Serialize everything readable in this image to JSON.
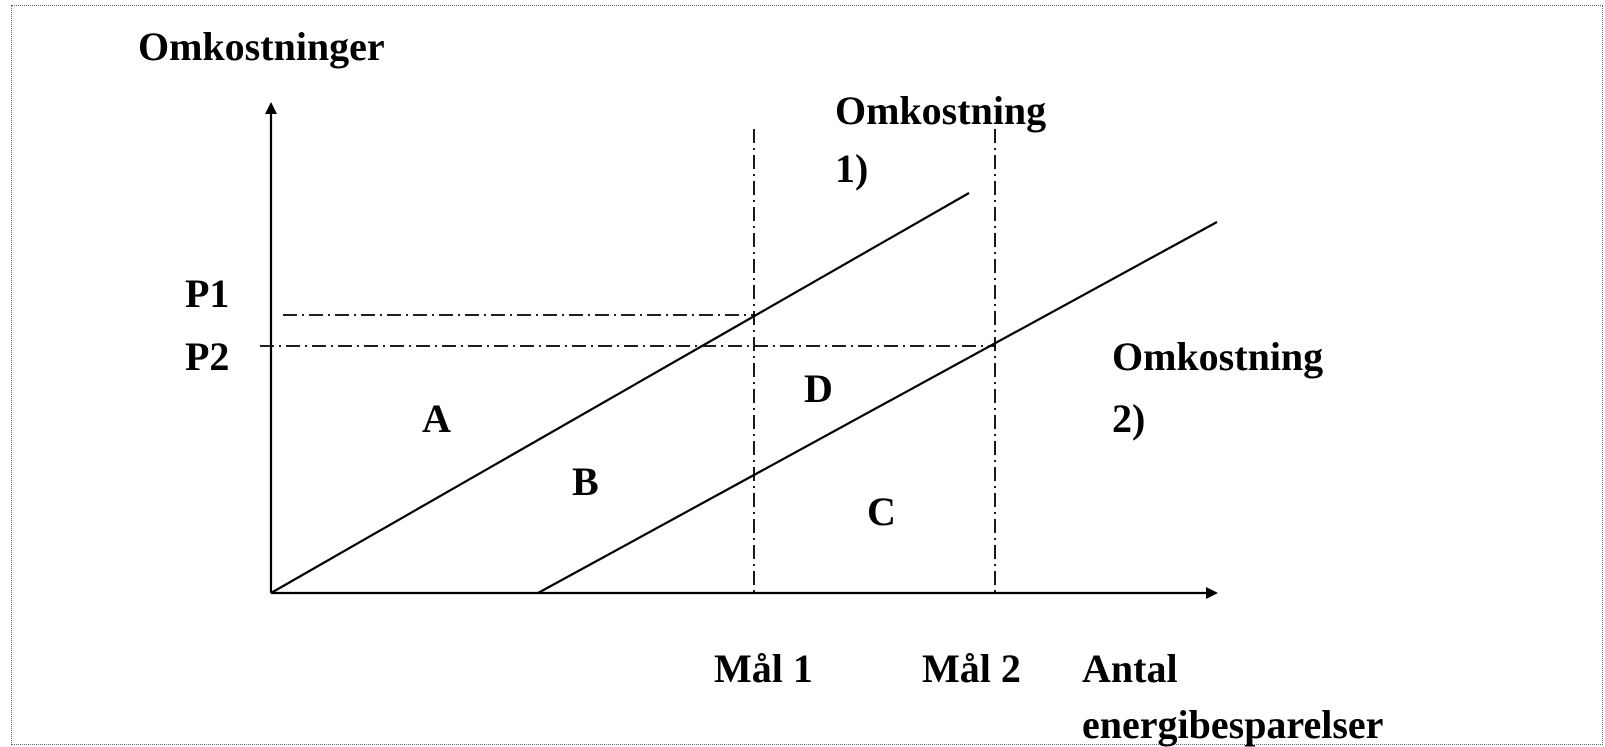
{
  "diagram": {
    "y_axis_label": "Omkostninger",
    "x_axis_label_line1": "Antal",
    "x_axis_label_line2": "energibesparelser",
    "curve1_label_line1": "Omkostning",
    "curve1_label_line2": "1)",
    "curve2_label_line1": "Omkostning",
    "curve2_label_line2": "2)",
    "price_level_1": "P1",
    "price_level_2": "P2",
    "target_1": "Mål 1",
    "target_2": "Mål 2",
    "region_a": "A",
    "region_b": "B",
    "region_c": "C",
    "region_d": "D"
  },
  "colors": {
    "line": "#000000",
    "frame_border": "#666666",
    "background": "#ffffff"
  }
}
